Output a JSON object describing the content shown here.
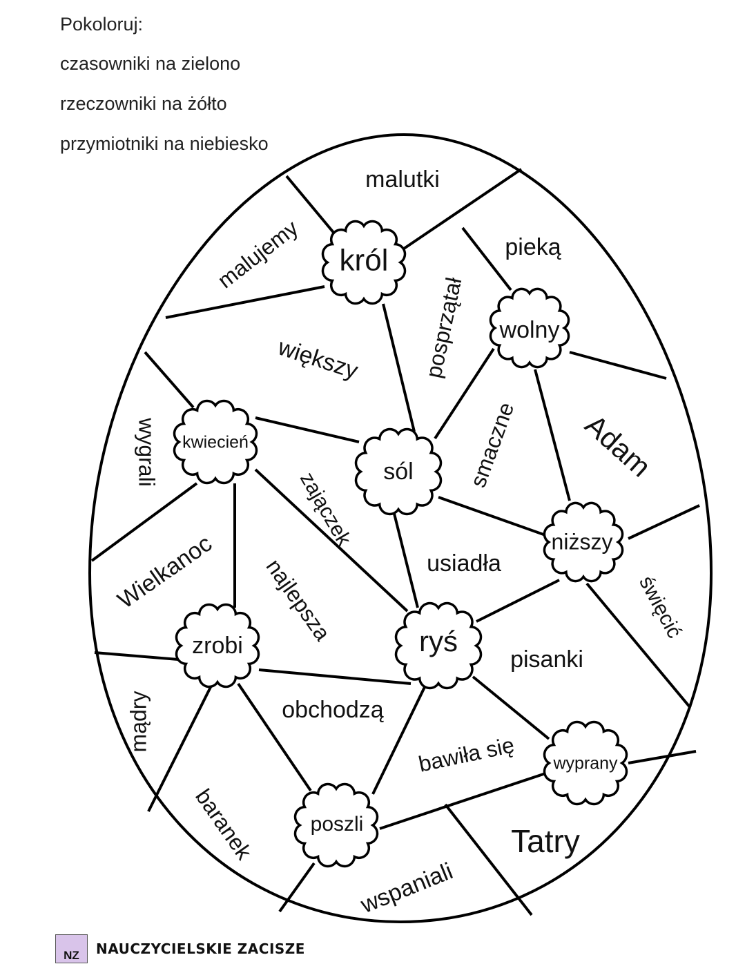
{
  "instructions": {
    "title": "Pokoloruj:",
    "lines": [
      "czasowniki na zielono",
      "rzeczowniki na żółto",
      "przymiotniki na niebiesko"
    ]
  },
  "words": {
    "malutki": "malutki",
    "malujemy": "malujemy",
    "krol": "król",
    "pieka": "pieką",
    "posprzatal": "posprzątał",
    "wolny": "wolny",
    "wiekszy": "większy",
    "wygrali": "wygrali",
    "kwiecien": "kwiecień",
    "sol": "sól",
    "smaczne": "smaczne",
    "adam": "Adam",
    "zajaczek": "zajączek",
    "nizszy": "niższy",
    "wielkanoc": "Wielkanoc",
    "najlepsza": "najlepsza",
    "usiadla": "usiadła",
    "swiecic": "święcić",
    "zrobi": "zrobi",
    "rys": "ryś",
    "pisanki": "pisanki",
    "madry": "mądry",
    "obchodza": "obchodzą",
    "bawila": "bawiła się",
    "wyprany": "wyprany",
    "baranek": "baranek",
    "poszli": "poszli",
    "tatry": "Tatry",
    "wspaniali": "wspaniali"
  },
  "logo": {
    "mark": "NZ",
    "name": "NAUCZYCIELSKIE ZACISZE"
  }
}
